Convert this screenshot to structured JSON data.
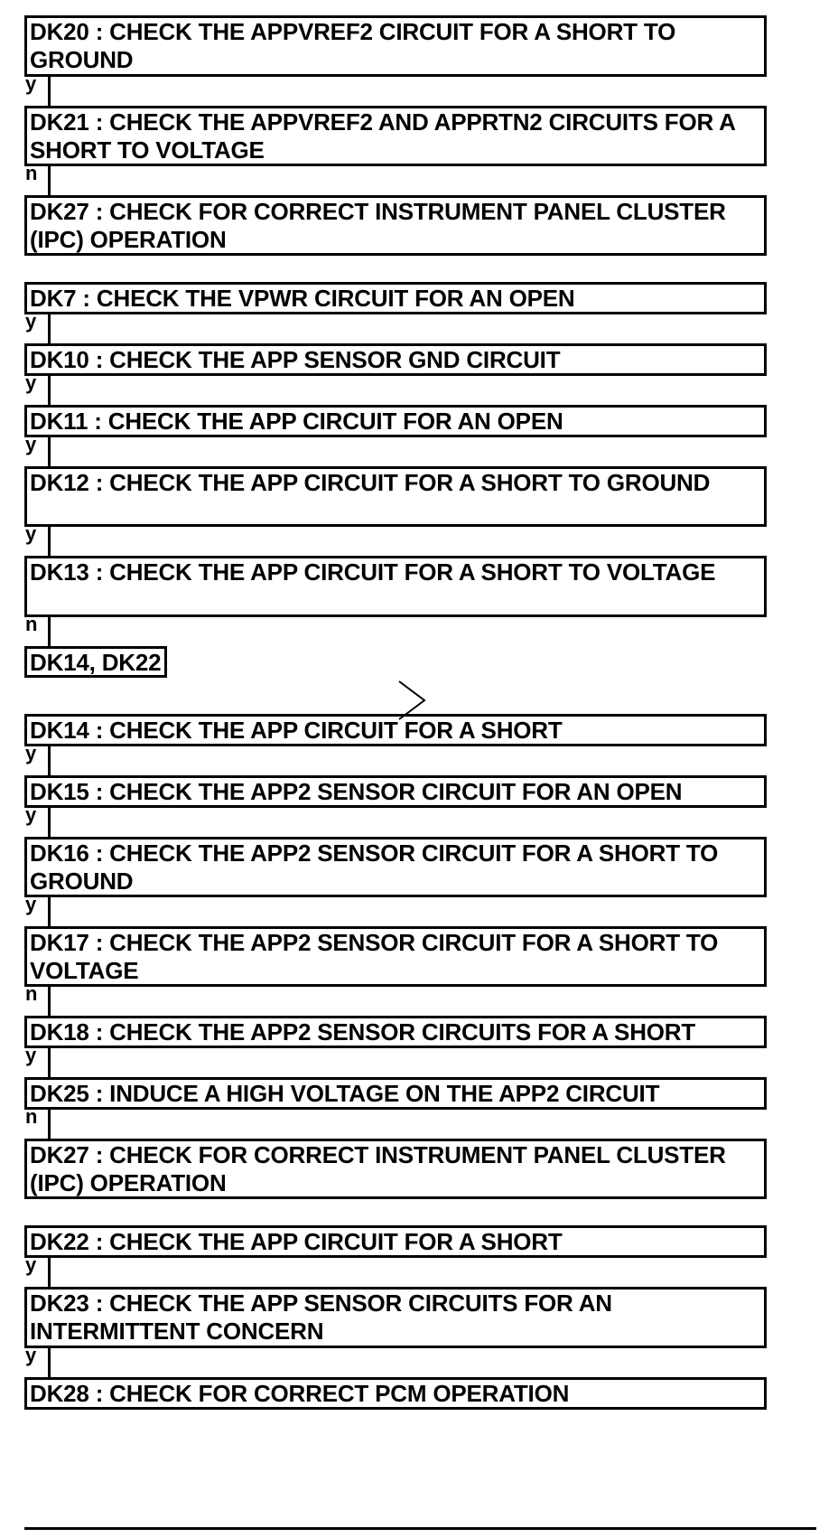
{
  "flowchart": {
    "nodes": [
      {
        "id": "dk20",
        "text": "DK20 : CHECK THE APPVREF2 CIRCUIT FOR A SHORT TO GROUND"
      },
      {
        "id": "dk21",
        "text": "DK21 : CHECK THE APPVREF2 AND APPRTN2 CIRCUITS FOR A SHORT TO VOLTAGE"
      },
      {
        "id": "dk27a",
        "text": "DK27 : CHECK FOR CORRECT INSTRUMENT PANEL CLUSTER (IPC) OPERATION"
      },
      {
        "id": "dk7",
        "text": "DK7 : CHECK THE VPWR CIRCUIT FOR AN OPEN"
      },
      {
        "id": "dk10",
        "text": "DK10 : CHECK THE APP SENSOR GND CIRCUIT"
      },
      {
        "id": "dk11",
        "text": "DK11 : CHECK THE APP CIRCUIT FOR AN OPEN"
      },
      {
        "id": "dk12",
        "text": "DK12 : CHECK THE APP CIRCUIT FOR A SHORT TO GROUND"
      },
      {
        "id": "dk13",
        "text": "DK13 : CHECK THE APP CIRCUIT FOR A SHORT TO VOLTAGE"
      },
      {
        "id": "ref1",
        "text": "DK14, DK22"
      },
      {
        "id": "dk14",
        "text": "DK14 : CHECK THE APP CIRCUIT FOR A SHORT"
      },
      {
        "id": "dk15",
        "text": "DK15 : CHECK THE APP2 SENSOR CIRCUIT FOR AN OPEN"
      },
      {
        "id": "dk16",
        "text": "DK16 : CHECK THE APP2 SENSOR CIRCUIT FOR A SHORT TO GROUND"
      },
      {
        "id": "dk17",
        "text": "DK17 : CHECK THE APP2 SENSOR CIRCUIT FOR A SHORT TO VOLTAGE"
      },
      {
        "id": "dk18",
        "text": "DK18 : CHECK THE APP2 SENSOR CIRCUITS FOR A SHORT"
      },
      {
        "id": "dk25",
        "text": "DK25 : INDUCE A HIGH VOLTAGE ON THE APP2 CIRCUIT"
      },
      {
        "id": "dk27b",
        "text": "DK27 : CHECK FOR CORRECT INSTRUMENT PANEL CLUSTER (IPC) OPERATION"
      },
      {
        "id": "dk22",
        "text": "DK22 : CHECK THE APP CIRCUIT FOR A SHORT"
      },
      {
        "id": "dk23",
        "text": "DK23 : CHECK THE APP SENSOR CIRCUITS FOR AN INTERMITTENT CONCERN"
      },
      {
        "id": "dk28",
        "text": "DK28 : CHECK FOR CORRECT PCM OPERATION"
      }
    ],
    "connectors": [
      {
        "label": "y"
      },
      {
        "label": "n"
      },
      {
        "label": "y"
      },
      {
        "label": "y"
      },
      {
        "label": "y"
      },
      {
        "label": "y"
      },
      {
        "label": "n"
      },
      {
        "label": "y"
      },
      {
        "label": "y"
      },
      {
        "label": "y"
      },
      {
        "label": "n"
      },
      {
        "label": "y"
      },
      {
        "label": "n"
      },
      {
        "label": "y"
      },
      {
        "label": "y"
      }
    ]
  }
}
